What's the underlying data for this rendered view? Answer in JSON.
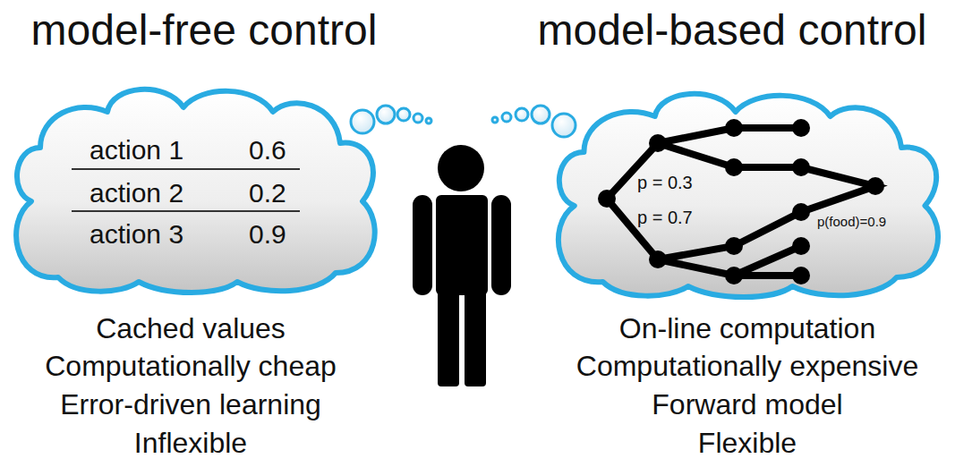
{
  "diagram": {
    "nodes": [
      {
        "text": [
          "action 1",
          "0.6",
          "action 2",
          "0.2",
          "action 3",
          "0.9"
        ]
      },
      {
        "text": [
          "p = 0.3",
          "p = 0.7",
          "p(food)=0.9"
        ]
      }
    ],
    "labels": [
      "model-free control",
      "model-based control",
      "Cached values",
      "Computationally cheap",
      "Error-driven learning",
      "Inflexible",
      "On-line computation",
      "Computationally expensive",
      "Forward model",
      "Flexible"
    ]
  }
}
